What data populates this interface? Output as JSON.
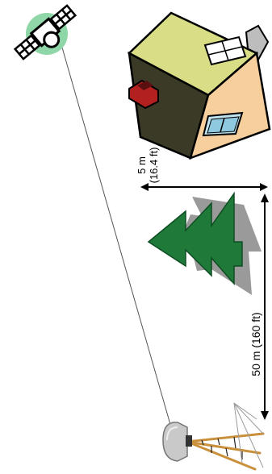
{
  "labels": {
    "house_height_line1": "5 m",
    "house_height_line2": "(16.4 ft)",
    "distance": "50 m (160 ft)"
  },
  "colors": {
    "tree": "#1f7a3a",
    "tree_shadow": "#9a9a9a",
    "roof": "#3a3a26",
    "wall_light": "#f6cf9c",
    "wall_top": "#d8dd86",
    "chimney": "#b32020",
    "satellite_halo": "#8fd6a8",
    "tripod_legs": "#c9913c"
  }
}
